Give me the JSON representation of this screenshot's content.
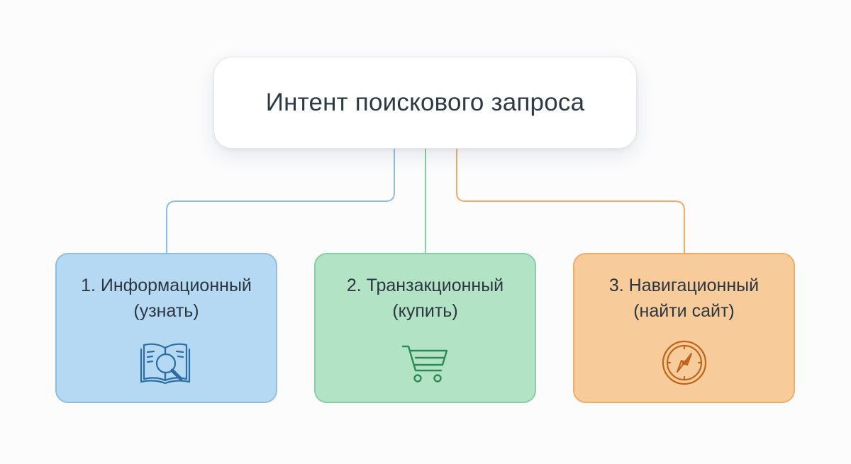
{
  "root": {
    "title": "Интент поискового запроса"
  },
  "branches": [
    {
      "title_line1": "1. Информационный",
      "title_line2": "(узнать)",
      "icon": "book-magnifier-icon",
      "color": "#b6d9f3",
      "line_color": "#8fbde3"
    },
    {
      "title_line1": "2. Транзакционный",
      "title_line2": "(купить)",
      "icon": "shopping-cart-icon",
      "color": "#b3e3c5",
      "line_color": "#86cfa3"
    },
    {
      "title_line1": "3. Навигационный",
      "title_line2": "(найти сайт)",
      "icon": "compass-icon",
      "color": "#f8cc9a",
      "line_color": "#f0ad68"
    }
  ]
}
